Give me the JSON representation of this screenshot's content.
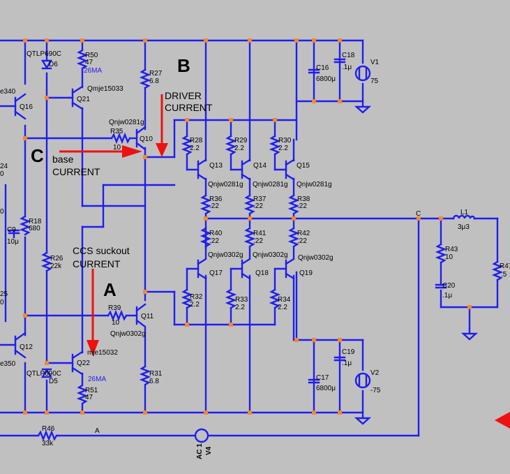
{
  "annotations": {
    "A": "A",
    "B": "B",
    "C": "C",
    "driver1": "DRIVER",
    "driver2": "CURRENT",
    "base1": "base",
    "base2": "CURRENT",
    "ccs1": "CCS suckout",
    "ccs2": "CURRENT"
  },
  "labels": {
    "qtlp_top": "QTLP690C",
    "d6": "D6",
    "r50": "R50",
    "r50v": "47",
    "ma_top": "26MA",
    "qmje15033": "Qmje15033",
    "q21": "Q21",
    "e340": "e340",
    "q16": "Q16",
    "r27": "R27",
    "r27v": "6.8",
    "qnjw0281g_a": "Qnjw0281g",
    "q10": "Q10",
    "r35": "R35",
    "r35v": "10",
    "r28": "R28",
    "r28v": "2.2",
    "r29": "R29",
    "r29v": "2.2",
    "r30": "R30",
    "r30v": "2.2",
    "q13": "Q13",
    "q14": "Q14",
    "q15": "Q15",
    "qnjw0281g_b": "Qnjw0281g",
    "qnjw0281g_c": "Qnjw0281g",
    "qnjw0281g_d": "Qnjw0281g",
    "r36": "R36",
    "r36v": ".22",
    "r37": "R37",
    "r37v": ".22",
    "r38": "R38",
    "r38v": ".22",
    "r40": "R40",
    "r40v": ".22",
    "r41": "R41",
    "r41v": ".22",
    "r42": "R42",
    "r42v": ".22",
    "qnjw0302g_a": "Qnjw0302g",
    "qnjw0302g_b": "Qnjw0302g",
    "qnjw0302g_c": "Qnjw0302g",
    "qnjw0302g_d": "Qnjw0302g",
    "q17": "Q17",
    "q18": "Q18",
    "q19": "Q19",
    "r32": "R32",
    "r32v": "2.2",
    "r33": "R33",
    "r33v": "2.2",
    "r34": "R34",
    "r34v": "2.2",
    "r18": "R18",
    "r18v": "680",
    "c9": "C9",
    "c9v": "10μ",
    "r26": "R26",
    "r26v": "22k",
    "r39": "R39",
    "r39v": "10",
    "q11": "Q11",
    "qmje15032": "mje15032",
    "q22": "Q22",
    "ma_bot": "26MA",
    "q12": "Q12",
    "e350": "e350",
    "qtlp_bot": "QTLP690C",
    "d5": "D5",
    "r51": "R51",
    "r51v": "47",
    "r31": "R31",
    "r31v": "6.8",
    "r46": "R46",
    "r46v": "33k",
    "node_a": "A",
    "ac": "AC 1",
    "v4": "V4",
    "c16": "C16",
    "c16v": "6800μ",
    "c18": "C18",
    "c18v": ".1μ",
    "v1": "V1",
    "v1v": "75",
    "c17": "C17",
    "c17v": "6800μ",
    "c19": "C19",
    "c19v": ".1μ",
    "v2": "V2",
    "v2v": "-75",
    "node_c": "C",
    "l1": "L1",
    "l1v": "3μ3",
    "r43": "R43",
    "r43v": "10",
    "c20": "C20",
    "c20v": ".1μ",
    "r47": "R47",
    "r47v": ".5",
    "edge_24": "24",
    "edge_0a": "0",
    "edge_0b": "0",
    "edge_25": "25",
    "edge_0c": "0"
  },
  "colors": {
    "wire": "#1e1ef0",
    "arrow": "#ee1111",
    "junction": "#f08a30",
    "background": "#c0c0c0"
  }
}
